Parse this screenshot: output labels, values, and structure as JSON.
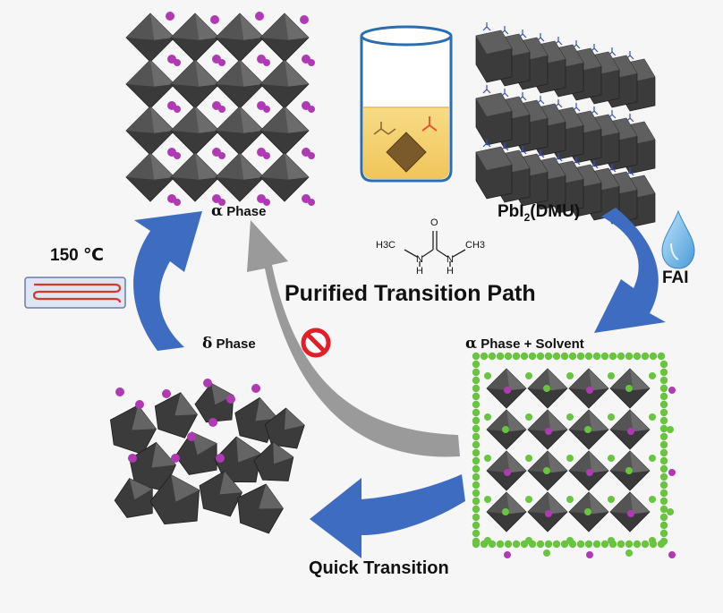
{
  "labels": {
    "alpha_phase_symbol": "α",
    "alpha_phase_word": "Phase",
    "pbi2_base": "PbI",
    "pbi2_sub": "2",
    "pbi2_suffix": "(DMU)",
    "fai": "FAI",
    "temperature": "150 ℃",
    "title": "Purified Transition Path",
    "delta_phase_symbol": "δ",
    "delta_phase_word": "Phase",
    "alpha_solvent_symbol": "α",
    "alpha_solvent_word": "Phase + Solvent",
    "quick_transition": "Quick Transition"
  },
  "molecule": {
    "left_group": "H3C",
    "right_group": "CH3",
    "n_left": "N",
    "n_right": "N",
    "h_left": "H",
    "h_right": "H",
    "oxygen": "O"
  },
  "colors": {
    "arrow_blue": "#3e6cc0",
    "arrow_gray": "#9a9a9a",
    "octahedron": "#3f3f3f",
    "cation_magenta": "#b03ab4",
    "solvent_green": "#69c440",
    "solution_yellow": "#f5d06e",
    "prohibit_red": "#e21e26"
  },
  "icons": {
    "heater": "heater-icon",
    "drop": "water-drop-icon",
    "prohibit": "prohibit-icon"
  }
}
